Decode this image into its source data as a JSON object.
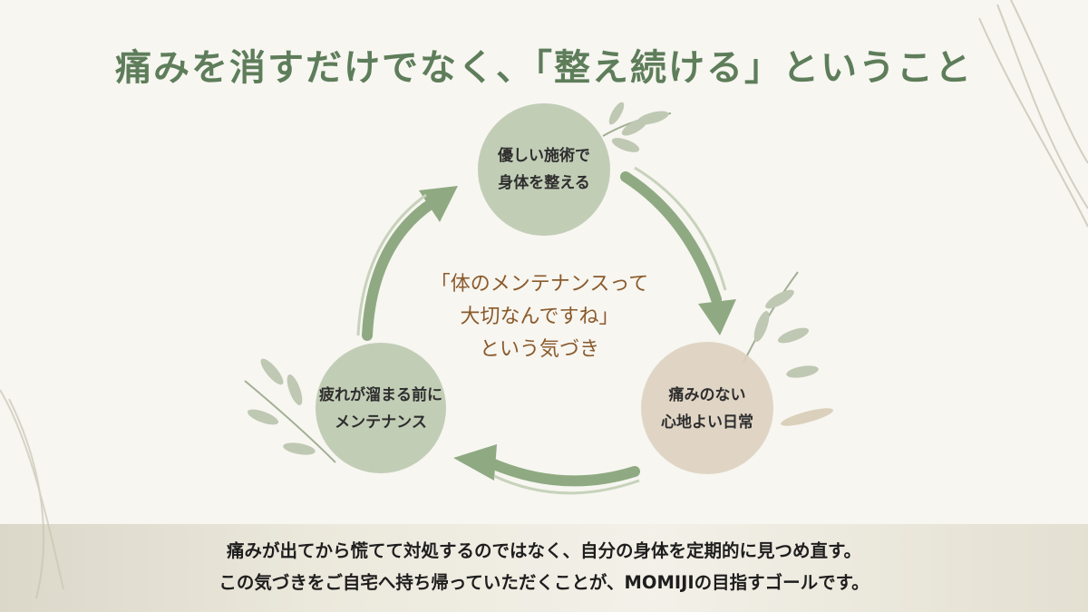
{
  "title": "痛みを消すだけでなく、「整え続ける」ということ",
  "colors": {
    "title": "#5e7d5a",
    "accent": "#8a5a2b",
    "circle_green": "#b7c4a9",
    "circle_beige": "#dcd0bd",
    "arrow": "#8faa82"
  },
  "cycle": {
    "nodes": [
      {
        "line1": "優しい施術で",
        "line2": "身体を整える"
      },
      {
        "line1": "痛みのない",
        "line2": "心地よい日常"
      },
      {
        "line1": "疲れが溜まる前に",
        "line2": "メンテナンス"
      }
    ],
    "center_quote": {
      "line1": "「体のメンテナンスって",
      "line2": "大切なんですね」",
      "line3": "という気づき"
    }
  },
  "footer": {
    "line1": "痛みが出てから慌てて対処するのではなく、自分の身体を定期的に見つめ直す。",
    "line2": "この気づきをご自宅へ持ち帰っていただくことが、MOMIJIの目指すゴールです。"
  }
}
